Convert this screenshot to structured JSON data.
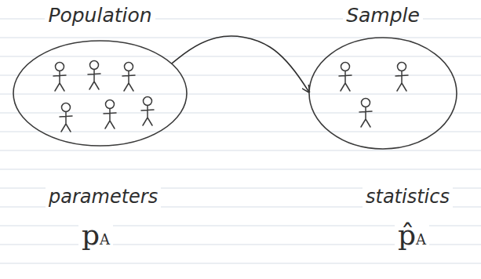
{
  "diagram": {
    "nodes": [
      {
        "text": [
          "Population"
        ]
      },
      {
        "text": [
          "Sample"
        ]
      }
    ],
    "edges": [
      {
        "from": 0,
        "to": 1,
        "arrow": "to"
      }
    ],
    "labels": [
      "parameters",
      "statistics",
      "pA",
      "p̂A"
    ]
  }
}
